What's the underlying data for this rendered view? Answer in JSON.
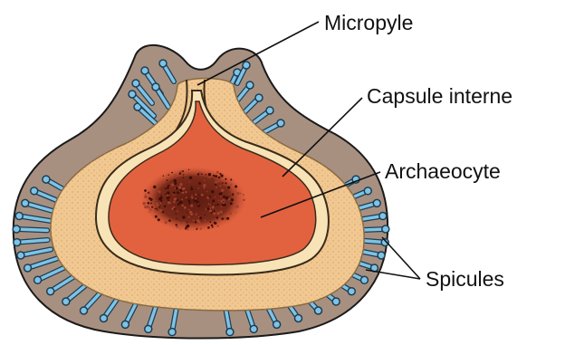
{
  "labels": {
    "micropyle": "Micropyle",
    "capsule_interne": "Capsule interne",
    "archaeocyte": "Archaeocyte",
    "spicules": "Spicules"
  },
  "colors": {
    "outer_layer": "#a89080",
    "outer_stroke": "#1a1a1a",
    "spicule": "#7ec3e6",
    "spicule_tip": "#7ec3e6",
    "capsule": "#f1c891",
    "inner_ring": "#f7e3b6",
    "cell": "#e2623f",
    "nucleus": "#6a2418",
    "leader": "#111111"
  }
}
